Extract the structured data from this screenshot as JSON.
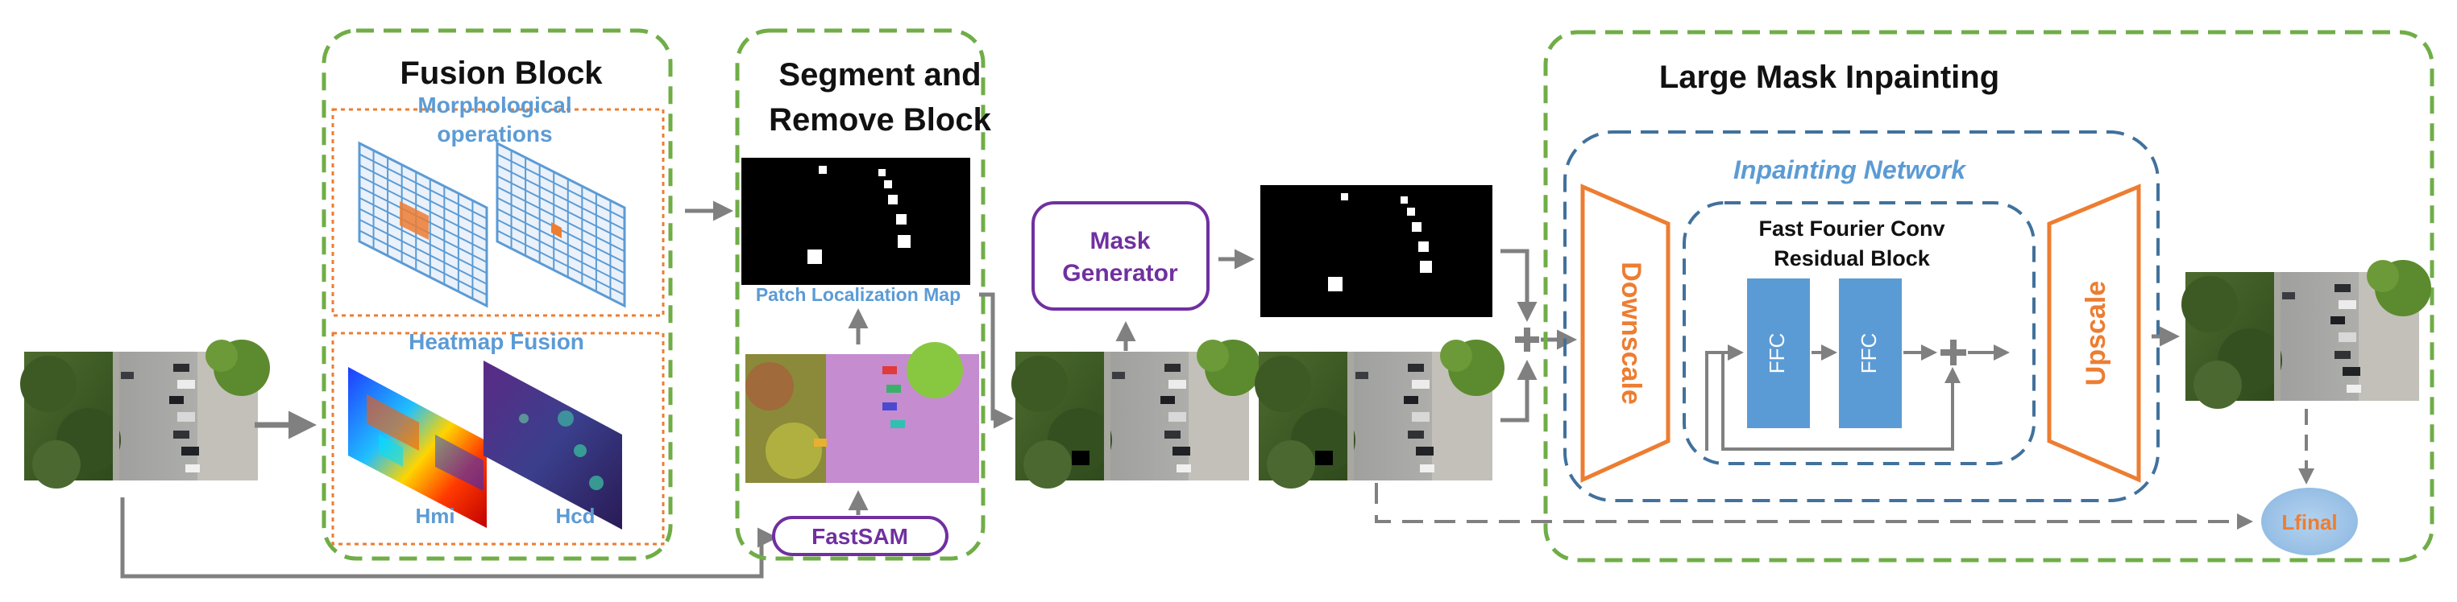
{
  "fusion": {
    "title": "Fusion Block",
    "morph_label_1": "Morphological",
    "morph_label_2": "operations",
    "heatmap_label": "Heatmap Fusion",
    "hmi_label": "Hmi",
    "hcd_label": "Hcd"
  },
  "segment": {
    "title_1": "Segment and",
    "title_2": "Remove Block",
    "patch_map_label": "Patch Localization Map",
    "fastsam_label": "FastSAM"
  },
  "mask_generator": {
    "label_1": "Mask",
    "label_2": "Generator"
  },
  "lama": {
    "title": "Large Mask Inpainting",
    "network_label": "Inpainting Network",
    "ffc_block_1": "Fast Fourier Conv",
    "ffc_block_2": "Residual Block",
    "downscale": "Downscale",
    "upscale": "Upscale",
    "ffc_1": "FFC",
    "ffc_2": "FFC",
    "loss_label": "Lfinal"
  },
  "colors": {
    "green_dash": "#70ad47",
    "orange": "#ed7d31",
    "blue_text": "#5b9bd5",
    "ffc_fill": "#5b9bd5",
    "purple": "#7030a0",
    "gray_arrow": "#808080",
    "navy_dash": "#41719c",
    "loss_fill": "#9dc3e6"
  }
}
